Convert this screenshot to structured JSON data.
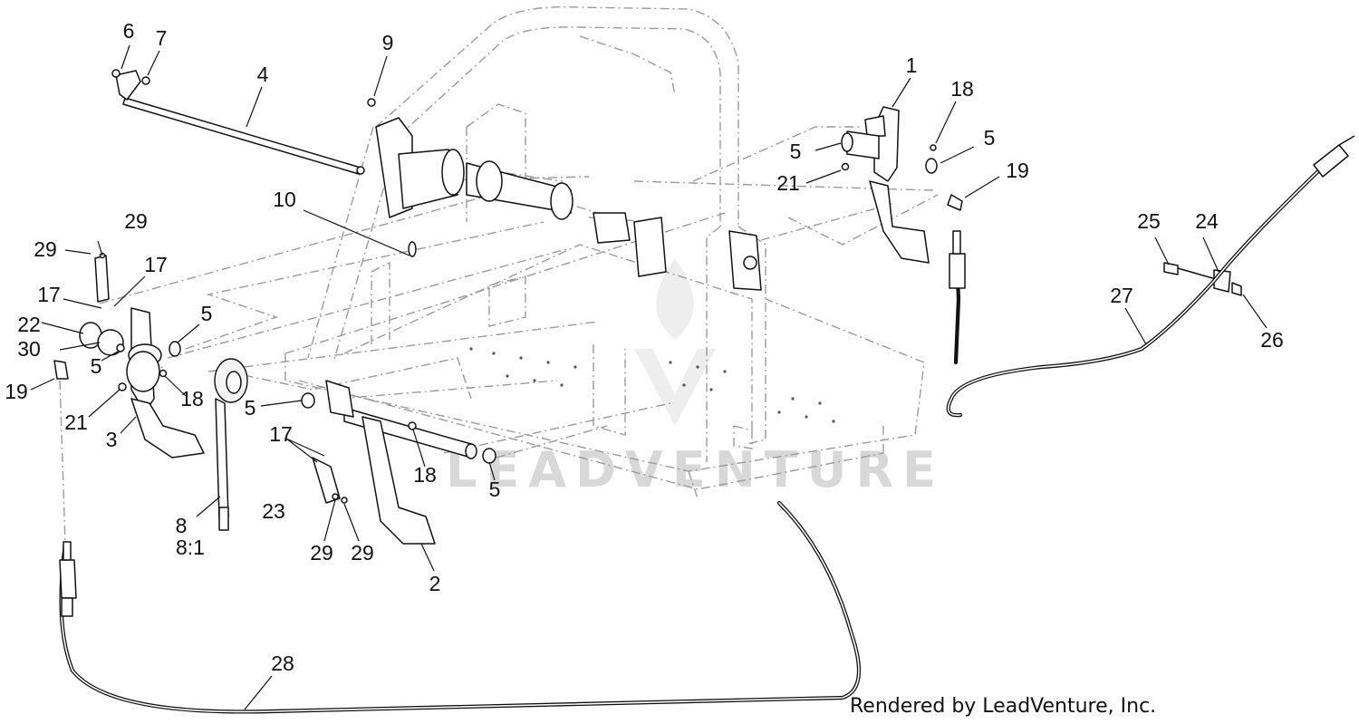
{
  "diagram": {
    "callouts": [
      {
        "id": "c1",
        "text": "1"
      },
      {
        "id": "c2",
        "text": "2"
      },
      {
        "id": "c3",
        "text": "3"
      },
      {
        "id": "c4",
        "text": "4"
      },
      {
        "id": "c5a",
        "text": "5"
      },
      {
        "id": "c5b",
        "text": "5"
      },
      {
        "id": "c5c",
        "text": "5"
      },
      {
        "id": "c5d",
        "text": "5"
      },
      {
        "id": "c5e",
        "text": "5"
      },
      {
        "id": "c5f",
        "text": "5"
      },
      {
        "id": "c6",
        "text": "6"
      },
      {
        "id": "c7",
        "text": "7"
      },
      {
        "id": "c8",
        "text": "8"
      },
      {
        "id": "c8r",
        "text": "8:1"
      },
      {
        "id": "c9",
        "text": "9"
      },
      {
        "id": "c10",
        "text": "10"
      },
      {
        "id": "c17a",
        "text": "17"
      },
      {
        "id": "c17b",
        "text": "17"
      },
      {
        "id": "c17c",
        "text": "17"
      },
      {
        "id": "c18a",
        "text": "18"
      },
      {
        "id": "c18b",
        "text": "18"
      },
      {
        "id": "c18c",
        "text": "18"
      },
      {
        "id": "c19a",
        "text": "19"
      },
      {
        "id": "c19b",
        "text": "19"
      },
      {
        "id": "c21a",
        "text": "21"
      },
      {
        "id": "c21b",
        "text": "21"
      },
      {
        "id": "c22",
        "text": "22"
      },
      {
        "id": "c23",
        "text": "23"
      },
      {
        "id": "c24",
        "text": "24"
      },
      {
        "id": "c25",
        "text": "25"
      },
      {
        "id": "c26",
        "text": "26"
      },
      {
        "id": "c27",
        "text": "27"
      },
      {
        "id": "c28",
        "text": "28"
      },
      {
        "id": "c29a",
        "text": "29"
      },
      {
        "id": "c29b",
        "text": "29"
      },
      {
        "id": "c29c",
        "text": "29"
      },
      {
        "id": "c29d",
        "text": "29"
      },
      {
        "id": "c30",
        "text": "30"
      }
    ],
    "watermark": "LEADVENTURE",
    "credit": "Rendered by LeadVenture, Inc."
  }
}
